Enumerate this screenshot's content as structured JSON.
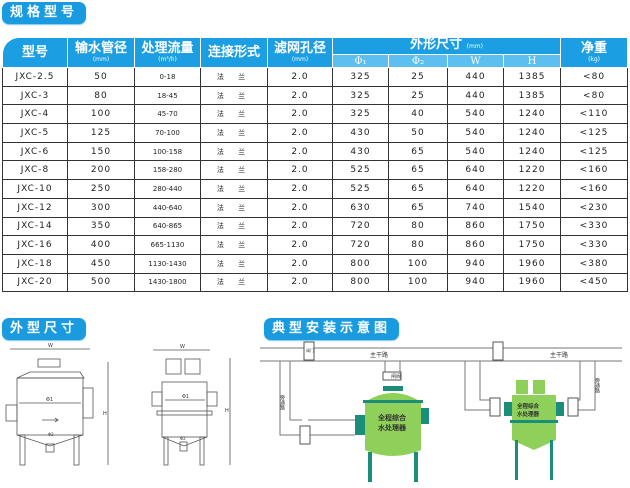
{
  "sections": {
    "spec": "规格型号",
    "dims": "外型尺寸",
    "install": "典型安装示意图"
  },
  "table": {
    "headers": [
      {
        "label": "型号",
        "unit": ""
      },
      {
        "label": "输水管径",
        "unit": "(mm)"
      },
      {
        "label": "处理流量",
        "unit": "(m³/h)"
      },
      {
        "label": "连接形式",
        "unit": ""
      },
      {
        "label": "滤网孔径",
        "unit": "(mm)"
      }
    ],
    "group": {
      "label": "外形尺寸",
      "unit": "(mm)",
      "sub": [
        "Φ₁",
        "Φ₂",
        "W",
        "H"
      ]
    },
    "weight": {
      "label": "净重",
      "unit": "(kg)"
    },
    "rows": [
      [
        "JXC-2.5",
        "50",
        "0-18",
        "法 兰",
        "2.0",
        "325",
        "25",
        "440",
        "1385",
        "<80"
      ],
      [
        "JXC-3",
        "80",
        "18-45",
        "法 兰",
        "2.0",
        "325",
        "25",
        "440",
        "1385",
        "<80"
      ],
      [
        "JXC-4",
        "100",
        "45-70",
        "法 兰",
        "2.0",
        "325",
        "40",
        "540",
        "1240",
        "<110"
      ],
      [
        "JXC-5",
        "125",
        "70-100",
        "法 兰",
        "2.0",
        "430",
        "50",
        "540",
        "1240",
        "<125"
      ],
      [
        "JXC-6",
        "150",
        "100-158",
        "法 兰",
        "2.0",
        "430",
        "65",
        "540",
        "1240",
        "<125"
      ],
      [
        "JXC-8",
        "200",
        "158-280",
        "法 兰",
        "2.0",
        "525",
        "65",
        "640",
        "1220",
        "<160"
      ],
      [
        "JXC-10",
        "250",
        "280-440",
        "法 兰",
        "2.0",
        "525",
        "65",
        "640",
        "1220",
        "<160"
      ],
      [
        "JXC-12",
        "300",
        "440-640",
        "法 兰",
        "2.0",
        "630",
        "65",
        "740",
        "1540",
        "<230"
      ],
      [
        "JXC-14",
        "350",
        "640-865",
        "法 兰",
        "2.0",
        "720",
        "80",
        "860",
        "1750",
        "<330"
      ],
      [
        "JXC-16",
        "400",
        "665-1130",
        "法 兰",
        "2.0",
        "720",
        "80",
        "860",
        "1750",
        "<330"
      ],
      [
        "JXC-18",
        "450",
        "1130-1430",
        "法 兰",
        "2.0",
        "800",
        "100",
        "940",
        "1960",
        "<380"
      ],
      [
        "JXC-20",
        "500",
        "1430-1800",
        "法 兰",
        "2.0",
        "800",
        "100",
        "940",
        "1960",
        "<450"
      ]
    ]
  },
  "diagram_labels": {
    "w": "W",
    "h": "H",
    "phi1": "Φ1",
    "phi2": "Φ2"
  },
  "install_labels": {
    "main": "主干路",
    "bypass": "旁通路",
    "valve": "阀门",
    "gate": "闸阀",
    "device1": "全程综合",
    "device2": "水处理器"
  }
}
